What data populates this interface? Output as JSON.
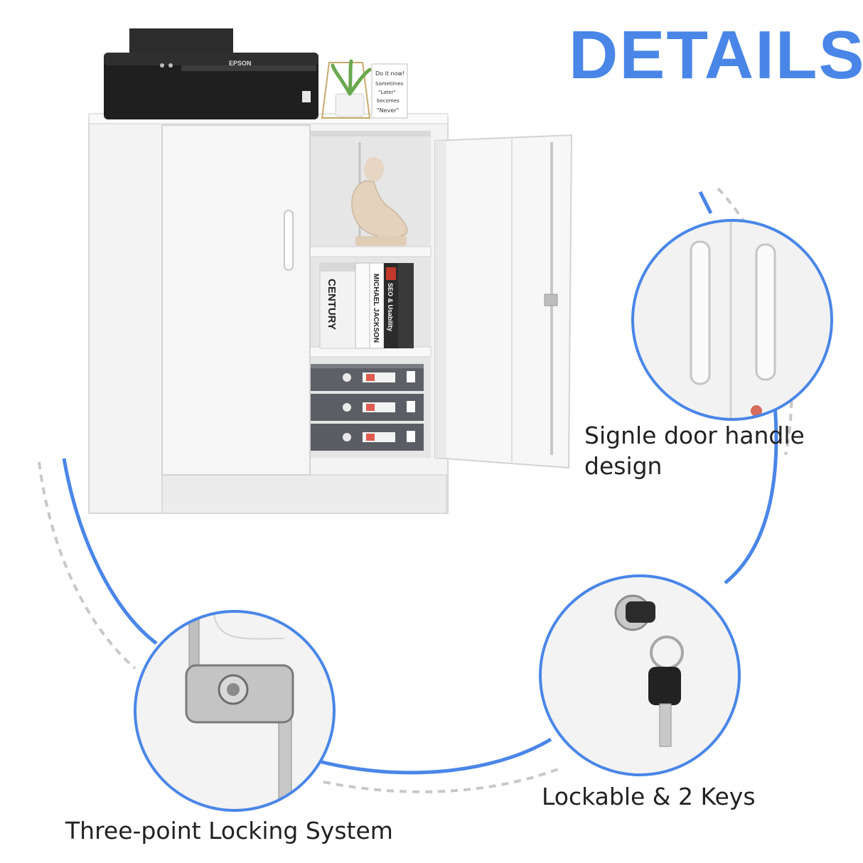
{
  "title": "DETAILS",
  "captions": {
    "handle": "Signle door handle design",
    "lockable": "Lockable & 2 Keys",
    "three_point": "Three-point Locking System"
  },
  "product_labels": {
    "printer_brand": "EPSON",
    "sign_text": [
      "Do it now!",
      "Sometimes",
      "\"Later\"",
      "becomes",
      "\"Never\""
    ],
    "book_titles": [
      "CENTURY",
      "MICHAEL JACKSON",
      "SEO & Usability"
    ]
  },
  "colors": {
    "accent": "#4a86e8",
    "dashed": "#c8c8c8",
    "cabinet": "#f2f2f2",
    "text": "#222222"
  }
}
